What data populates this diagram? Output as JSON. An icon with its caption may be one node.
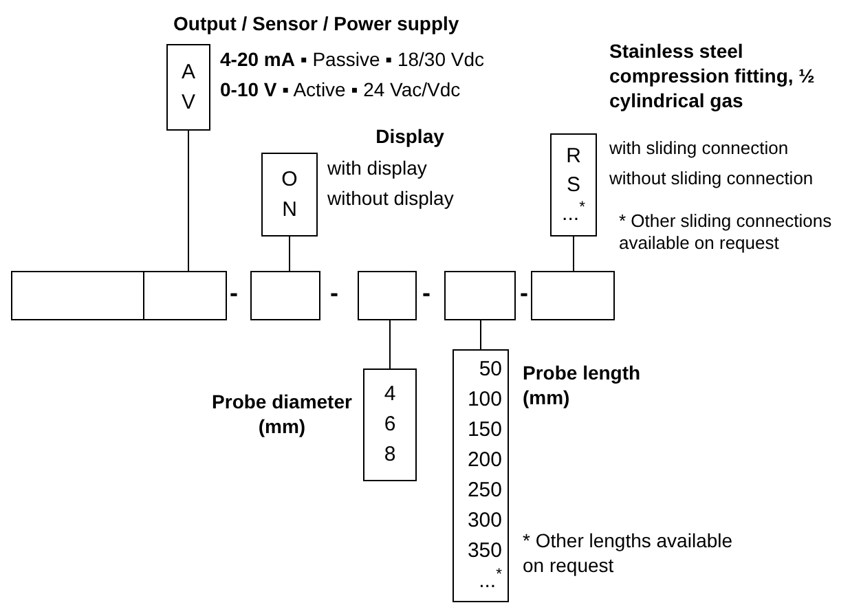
{
  "diagram": {
    "nodes": [
      {
        "text": [],
        "shape": "box"
      },
      {
        "text": [],
        "shape": "box"
      },
      {
        "text": [],
        "shape": "box"
      },
      {
        "text": [],
        "shape": "box"
      },
      {
        "text": [],
        "shape": "box"
      },
      {
        "text": [],
        "shape": "box"
      },
      {
        "text": [
          "A",
          "V"
        ],
        "beside": [
          "Output / Sensor / Power supply",
          "**4-20 mA** ▪ Passive ▪ 18/30 Vdc",
          "**0-10 V** ▪ Active ▪ 24 Vac/Vdc"
        ]
      },
      {
        "text": [
          "O",
          "N"
        ],
        "beside": [
          "Display",
          "with display",
          "without display"
        ]
      },
      {
        "text": [
          "R",
          "S",
          "...$^{*}$"
        ],
        "beside": [
          "Stainless steel compression fitting, ½ cylindrical gas",
          "with sliding connection",
          "without sliding connection",
          "* Other sliding connections available on request"
        ]
      },
      {
        "text": [
          "4",
          "6",
          "8"
        ],
        "beside": [
          "Probe diameter (mm)"
        ]
      },
      {
        "text": [
          "50",
          "100",
          "150",
          "200",
          "250",
          "300",
          "350",
          "...$^{*}$"
        ],
        "beside": [
          "Probe length (mm)",
          "* Other lengths available on request"
        ]
      }
    ],
    "edges": [
      {
        "from": 6,
        "to": 1,
        "arrow": "none"
      },
      {
        "from": 7,
        "to": 2,
        "arrow": "none"
      },
      {
        "from": 8,
        "to": 5,
        "arrow": "none"
      },
      {
        "from": 3,
        "to": 9,
        "arrow": "none"
      },
      {
        "from": 4,
        "to": 10,
        "arrow": "none"
      }
    ],
    "labels": [
      "-",
      "-",
      "-",
      "-"
    ]
  }
}
